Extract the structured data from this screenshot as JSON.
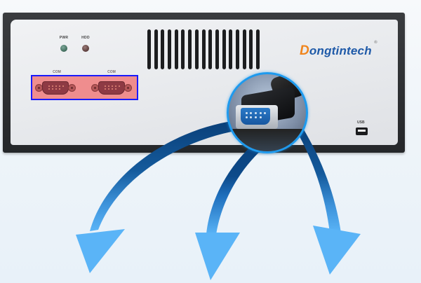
{
  "device": {
    "brand": {
      "first_letter": "D",
      "rest": "ongtintech",
      "registered_mark": "®",
      "colors": {
        "first_letter": "#f0851d",
        "text": "#1f5aa8"
      }
    },
    "indicators": [
      {
        "label": "PWR",
        "color": "#3e6a5a"
      },
      {
        "label": "HDD",
        "color": "#5a3c3a"
      }
    ],
    "vent_slot_count": 17,
    "serial_ports": [
      {
        "label": "COM"
      },
      {
        "label": "COM"
      }
    ],
    "serial_highlight": {
      "fill": "#f06e6e",
      "border": "#1a1aff"
    },
    "usb": {
      "label": "USB"
    },
    "zoom_callout": {
      "subject": "DB9 serial cable connector",
      "ring_color": "#1e9aee"
    }
  },
  "arrows": {
    "count": 3,
    "colors": {
      "top": "#0a4a86",
      "bottom": "#5ab4f7"
    }
  }
}
